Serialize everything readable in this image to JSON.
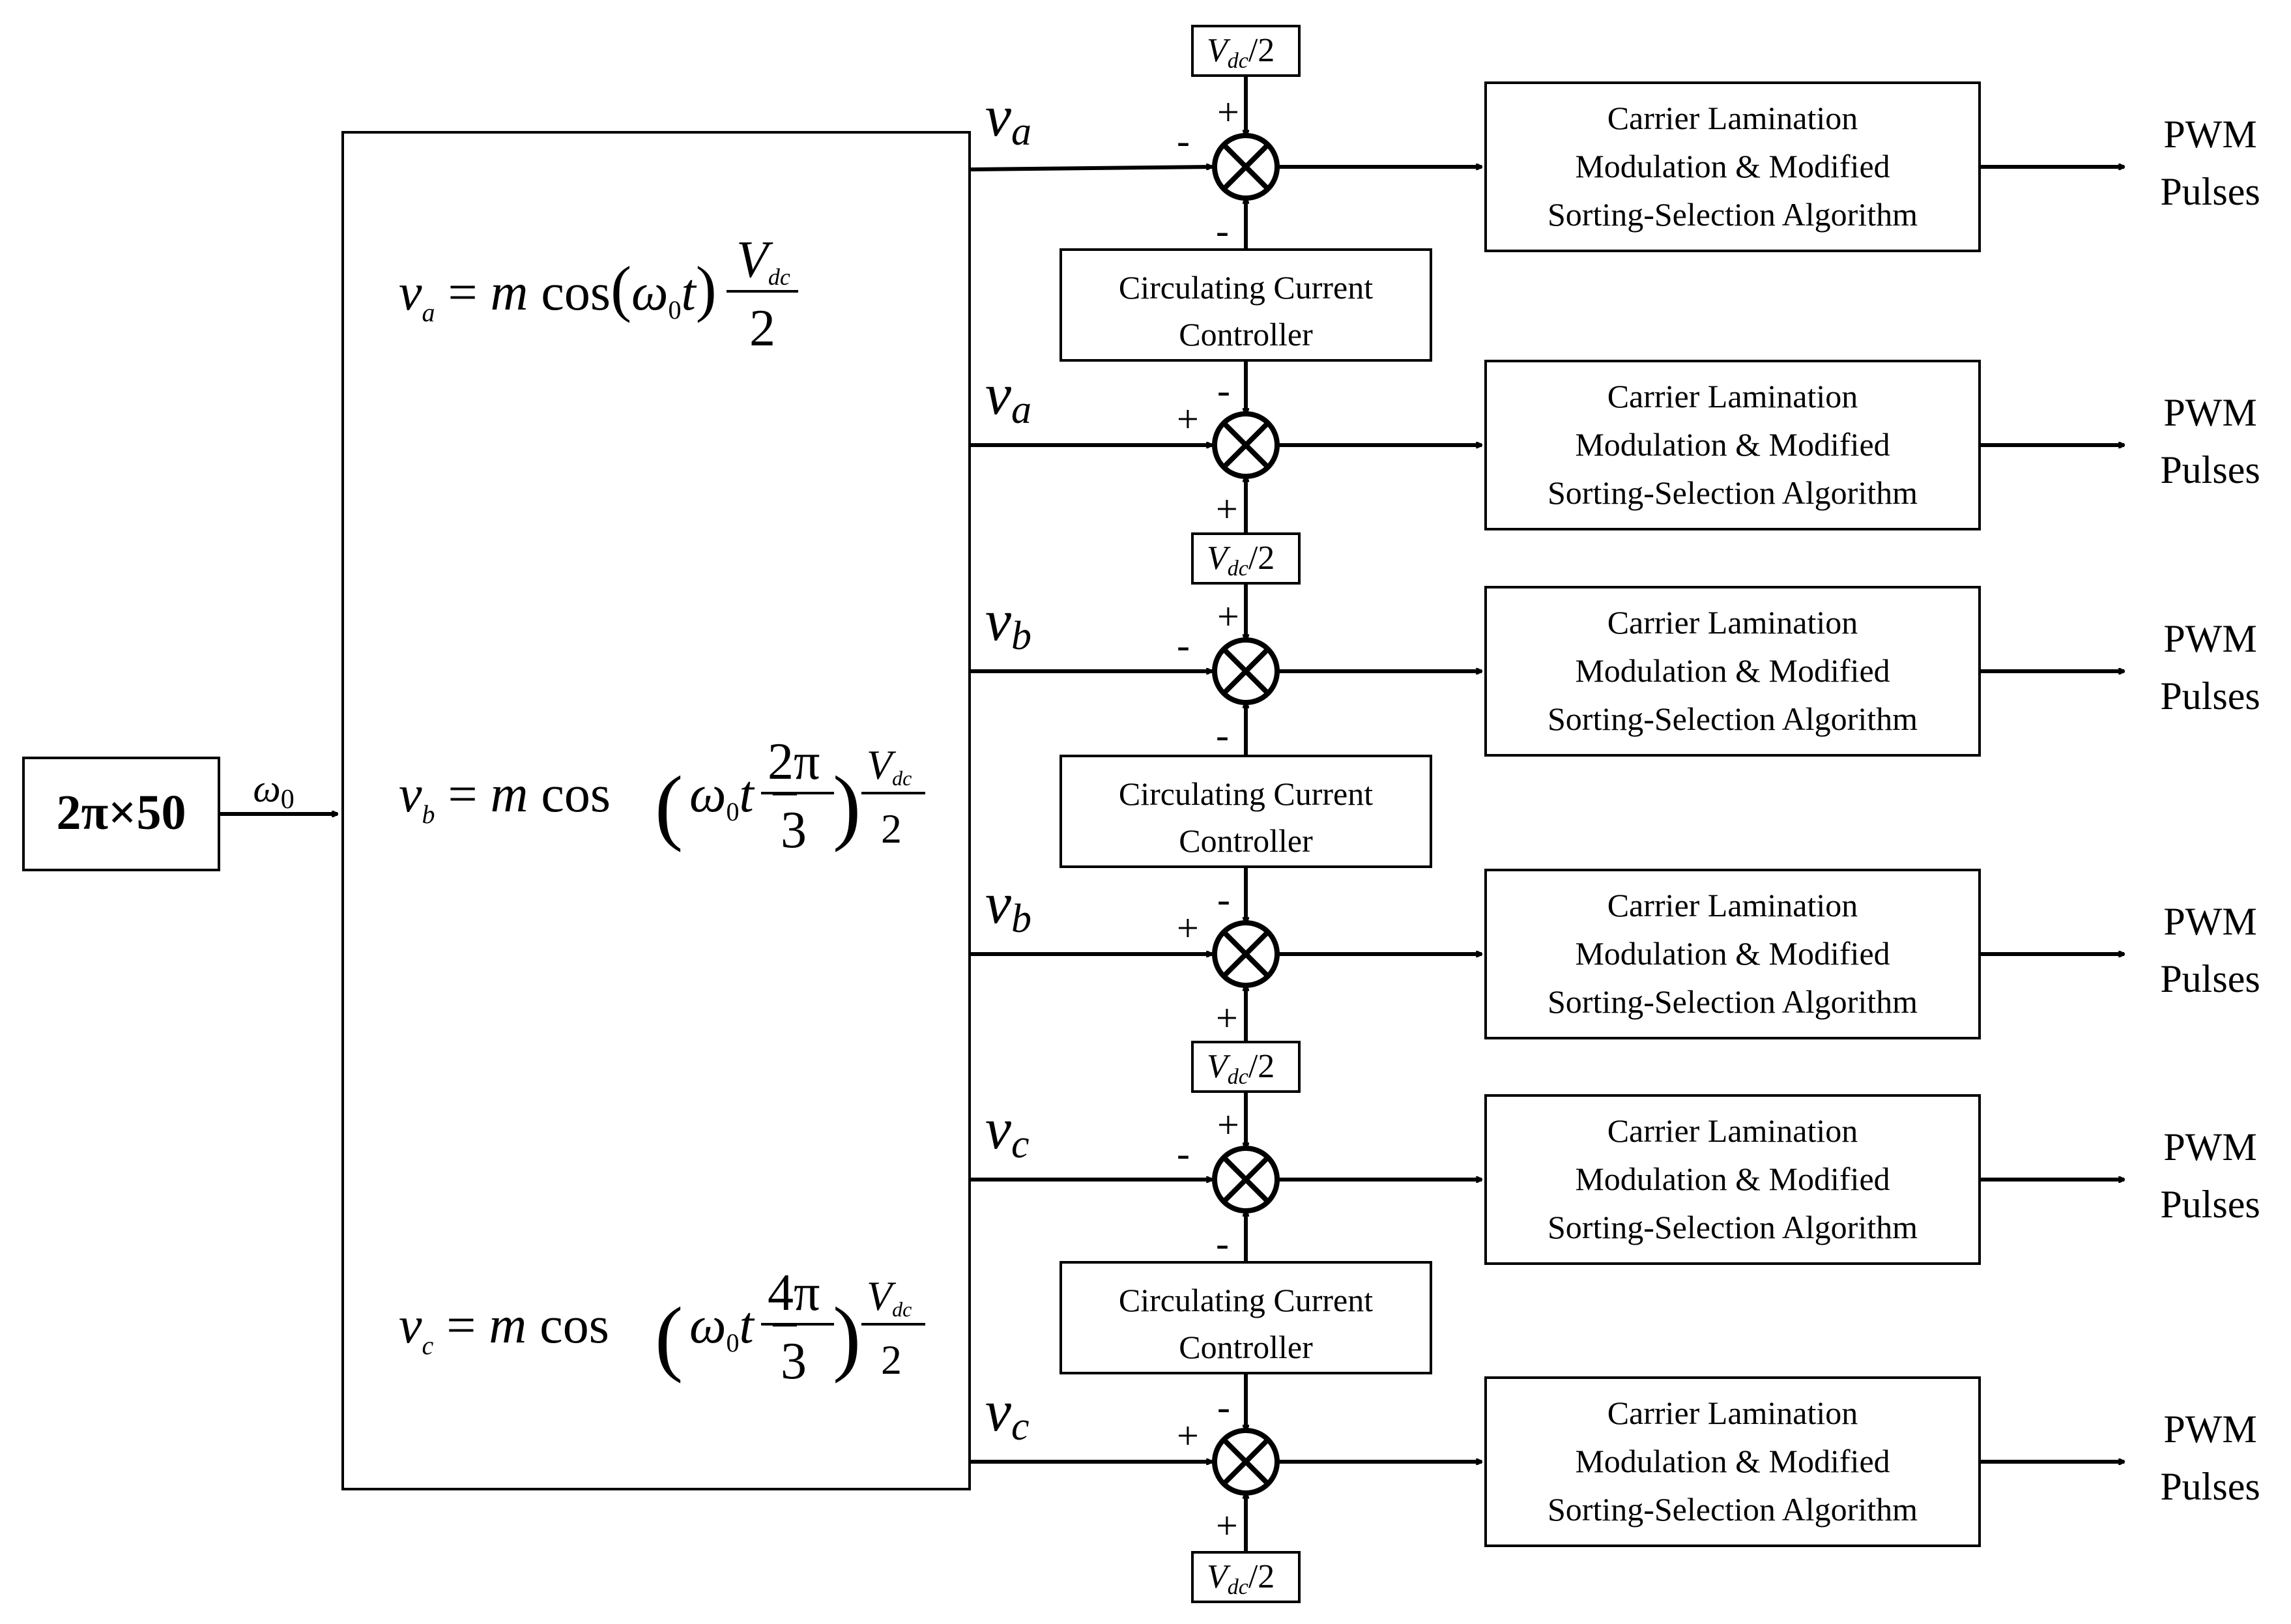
{
  "source": {
    "label": "2π×50",
    "omega": "ω0"
  },
  "equations": [
    {
      "lhs": "v",
      "lhs_sub": "a",
      "eq": "=",
      "m": "m",
      "cos": "cos",
      "paren_l": "(",
      "w": "ω",
      "w_sub": "0",
      "t": "t",
      "minus": "",
      "num": "",
      "den": "",
      "paren_r": ")",
      "fr_num": "V",
      "fr_num_sub": "dc",
      "fr_den": "2"
    },
    {
      "lhs": "v",
      "lhs_sub": "b",
      "eq": "=",
      "m": "m",
      "cos": "cos",
      "paren_l": "(",
      "w": "ω",
      "w_sub": "0",
      "t": "t",
      "minus": "−",
      "num": "2π",
      "den": "3",
      "paren_r": ")",
      "fr_num": "V",
      "fr_num_sub": "dc",
      "fr_den": "2"
    },
    {
      "lhs": "v",
      "lhs_sub": "c",
      "eq": "=",
      "m": "m",
      "cos": "cos",
      "paren_l": "(",
      "w": "ω",
      "w_sub": "0",
      "t": "t",
      "minus": "−",
      "num": "4π",
      "den": "3",
      "paren_r": ")",
      "fr_num": "V",
      "fr_num_sub": "dc",
      "fr_den": "2"
    }
  ],
  "vdc_label": {
    "v": "V",
    "sub": "dc",
    "rest": "/2"
  },
  "ccc_label": [
    "Circulating Current",
    "Controller"
  ],
  "modulator_label": [
    "Carrier Lamination",
    "Modulation & Modified",
    "Sorting-Selection Algorithm"
  ],
  "output_label": [
    "PWM",
    "Pulses"
  ],
  "rows": [
    {
      "signal": "v",
      "signal_sub": "a",
      "sign_left": "-",
      "sign_top": "+",
      "sign_bottom": "-"
    },
    {
      "signal": "v",
      "signal_sub": "a",
      "sign_left": "+",
      "sign_top": "-",
      "sign_bottom": "+"
    },
    {
      "signal": "v",
      "signal_sub": "b",
      "sign_left": "-",
      "sign_top": "+",
      "sign_bottom": "-"
    },
    {
      "signal": "v",
      "signal_sub": "b",
      "sign_left": "+",
      "sign_top": "-",
      "sign_bottom": "+"
    },
    {
      "signal": "v",
      "signal_sub": "c",
      "sign_left": "-",
      "sign_top": "+",
      "sign_bottom": "-"
    },
    {
      "signal": "v",
      "signal_sub": "c",
      "sign_left": "+",
      "sign_top": "-",
      "sign_bottom": "+"
    }
  ]
}
